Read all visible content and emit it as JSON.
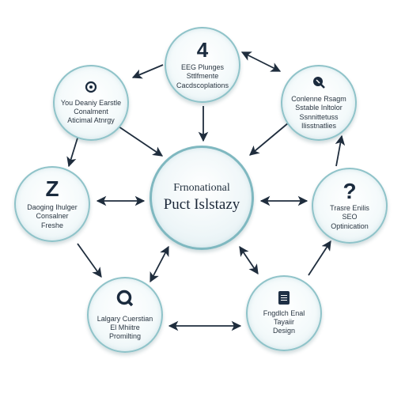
{
  "center": {
    "line1": "Frnonational",
    "line2": "Puct Islstazy"
  },
  "nodes": {
    "top": {
      "icon": "4",
      "line1": "EEG Plunges",
      "line2": "Sttlfmente",
      "line3": "Cacdscoplations"
    },
    "top_left": {
      "icon": "Q",
      "line1": "You Deaniy Earstle",
      "line2": "Conalment",
      "line3": "Aticimal Atnrgy"
    },
    "top_right": {
      "icon": "Q",
      "line1": "Conlenne Rsagm",
      "line2": "Sstable Inltolor",
      "line3": "Ssnnittetuss",
      "line4": "Ilisstnatlies"
    },
    "left": {
      "icon": "Z",
      "line1": "Daoging Ihulger",
      "line2": "Consalner",
      "line3": "Freshe"
    },
    "right": {
      "icon": "?",
      "line1": "Trasre Enilis",
      "line2": "SEO",
      "line3": "Optinication"
    },
    "bottom_left": {
      "icon": "Q",
      "line1": "Lalgary Cuerstian",
      "line2": "El Mhiitre",
      "line3": "Promilting"
    },
    "bottom_right": {
      "icon": "document-icon",
      "line1": "Fngdlch Enal",
      "line2": "Tayaiir",
      "line3": "Design"
    }
  },
  "colors": {
    "arrow": "#1f2d3d",
    "ring": "#8fc3c9"
  }
}
